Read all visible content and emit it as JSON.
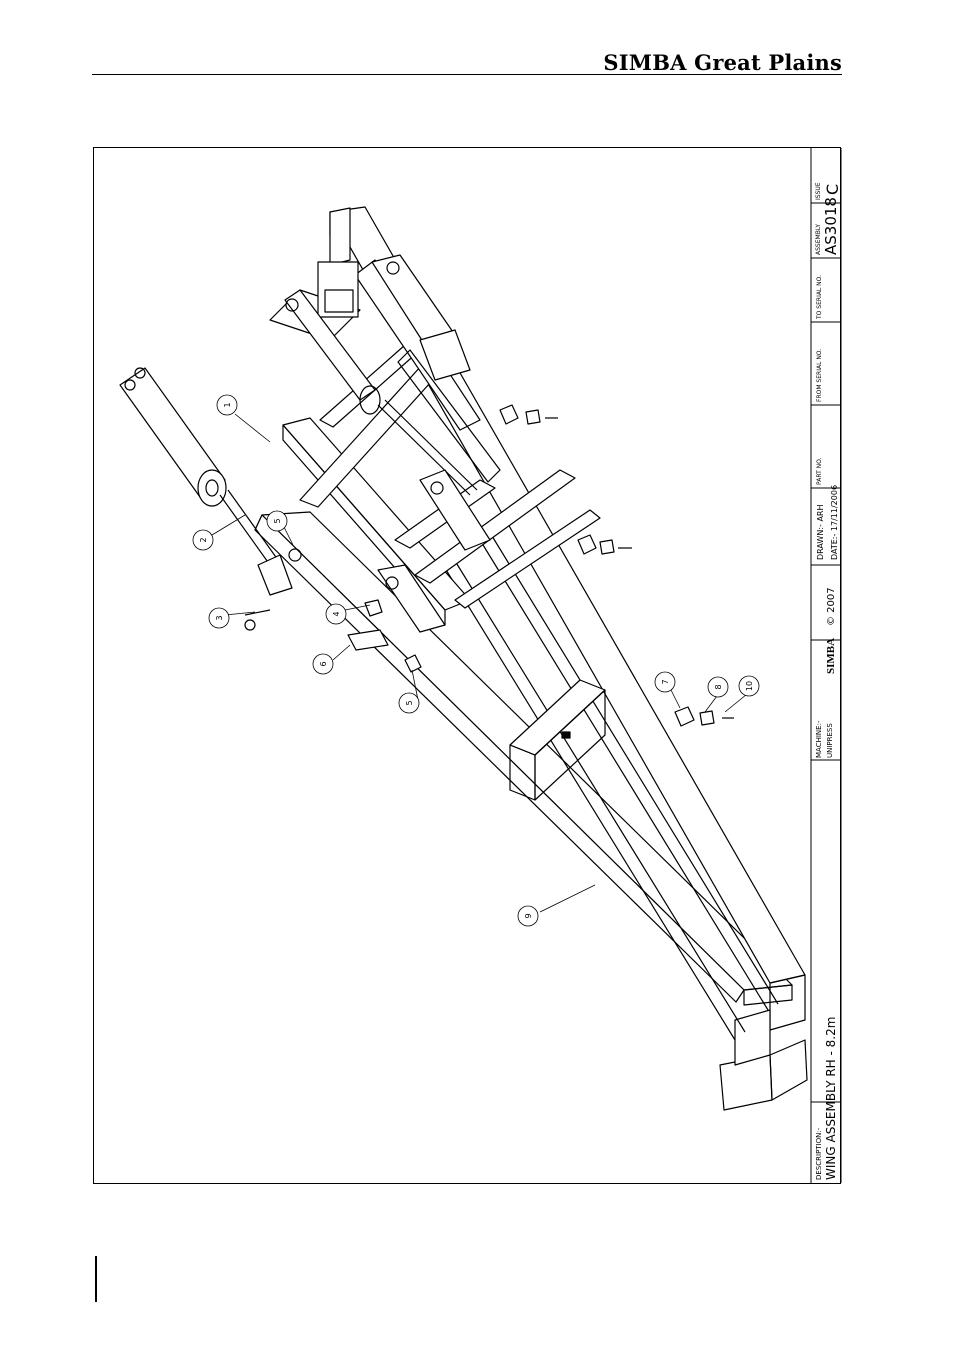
{
  "header": {
    "brand": "SIMBA Great Plains"
  },
  "title_block": {
    "description_label": "DESCRIPTION:-",
    "description": "WING ASSEMBLY RH - 8.2m",
    "machine_label": "MACHINE:-",
    "machine": "UNIPRESS",
    "logo_text": "SIMBA",
    "copyright": "© 2007",
    "drawn": "DRAWN:- ARH",
    "date": "DATE:- 17/11/2006",
    "part_no_label": "PART NO.",
    "from_serial_label": "FROM SERIAL NO.",
    "to_serial_label": "TO SERIAL NO.",
    "assembly_label": "ASSEMBLY",
    "assembly": "AS3018",
    "issue_label": "ISSUE",
    "issue": "C"
  },
  "balloons": [
    "1",
    "2",
    "3",
    "4",
    "5",
    "5",
    "6",
    "7",
    "8",
    "9",
    "10"
  ]
}
